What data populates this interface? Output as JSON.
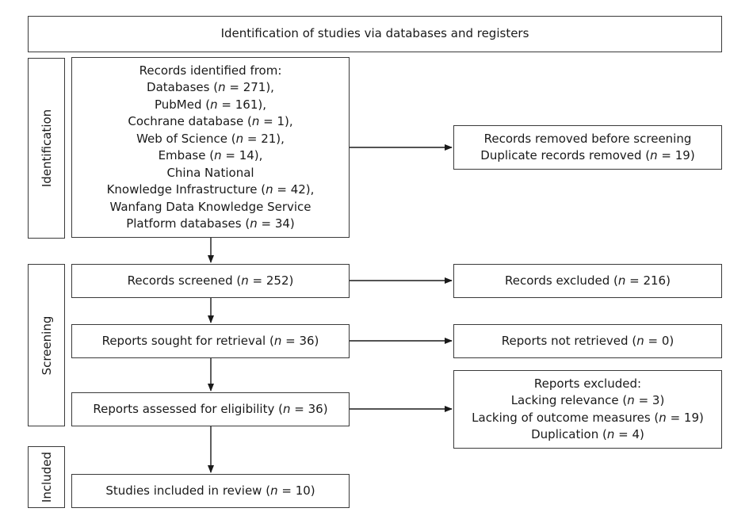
{
  "header": {
    "text": "Identification of studies via databases and registers"
  },
  "phases": {
    "identification": "Identification",
    "screening": "Screening",
    "included": "Included"
  },
  "boxes": {
    "records_identified": [
      "Records identified from:",
      "Databases (n = 271),",
      "PubMed (n = 161),",
      "Cochrane database (n = 1),",
      "Web of Science (n = 21),",
      "Embase (n = 14),",
      "China National",
      "Knowledge Infrastructure (n = 42),",
      "Wanfang Data Knowledge Service",
      "Platform databases (n = 34)"
    ],
    "records_removed": [
      "Records removed before screening",
      "Duplicate records removed (n = 19)"
    ],
    "records_screened": [
      "Records screened (n = 252)"
    ],
    "records_excluded": [
      "Records excluded (n = 216)"
    ],
    "reports_sought": [
      "Reports sought for retrieval (n = 36)"
    ],
    "reports_not_retrieved": [
      "Reports not retrieved (n = 0)"
    ],
    "reports_assessed": [
      "Reports assessed for eligibility (n = 36)"
    ],
    "reports_excluded": [
      "Reports excluded:",
      "Lacking relevance (n = 3)",
      "Lacking of outcome measures (n = 19)",
      "Duplication (n = 4)"
    ],
    "studies_included": [
      "Studies included in review (n = 10)"
    ]
  }
}
